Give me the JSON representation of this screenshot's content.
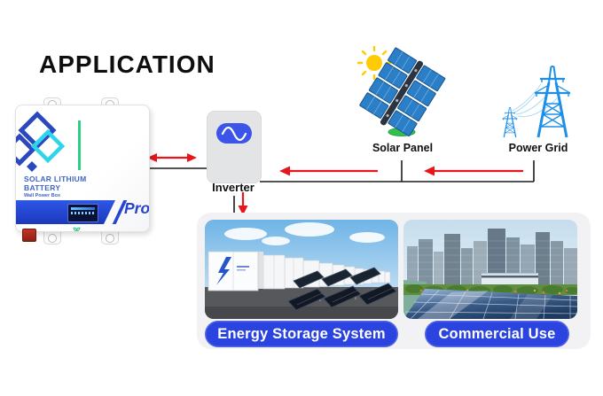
{
  "title": "APPLICATION",
  "battery": {
    "name_line1": "SOLAR LITHIUM",
    "name_line2": "BATTERY",
    "subtitle": "Wall Power Box",
    "badge": "Pro"
  },
  "diagram": {
    "inverter_label": "Inverter",
    "solar_panel_label": "Solar Panel",
    "power_grid_label": "Power Grid"
  },
  "applications": [
    {
      "label": "Energy Storage System"
    },
    {
      "label": "Commercial Use"
    }
  ],
  "colors": {
    "arrow_red": "#e8151d",
    "line_black": "#1b1b1b",
    "button_blue": "#2b43df",
    "inverter_pill_blue": "#3a55e8",
    "battery_band_blue": "#2342cf",
    "logo_blue": "#2a49c0",
    "logo_cyan": "#2ed5ea",
    "tower_blue": "#1d8fe8",
    "sun_yellow": "#ffcb05",
    "green_accent": "#2ecf82"
  }
}
